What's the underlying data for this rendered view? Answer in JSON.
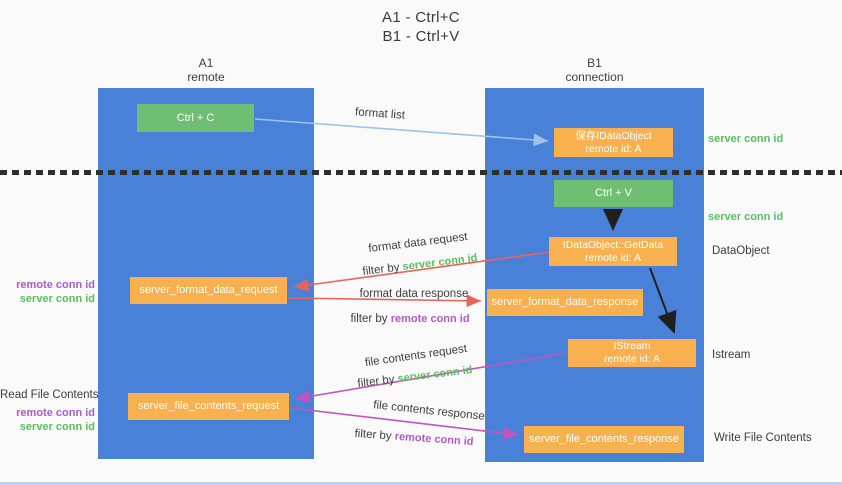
{
  "title": {
    "line1": "A1 - Ctrl+C",
    "line2": "B1 - Ctrl+V"
  },
  "columns": {
    "left": {
      "name": "A1",
      "subtitle": "remote"
    },
    "right": {
      "name": "B1",
      "subtitle": "connection"
    }
  },
  "boxes": {
    "ctrl_c": "Ctrl + C",
    "ctrl_v": "Ctrl + V",
    "save_idataobject": {
      "line1": "保存IDataObject",
      "line2": "remote id: A"
    },
    "getdata": {
      "line1": "IDataObject::GetData",
      "line2": "remote id: A"
    },
    "istream": {
      "line1": "IStream",
      "line2": "remote id: A"
    },
    "format_request": "server_format_data_request",
    "format_response": "server_format_data_response",
    "file_request": "server_file_contents_request",
    "file_response": "server_file_contents_response"
  },
  "flow_labels": {
    "format_list": "format list",
    "format_data_request": "format data request",
    "filter_server_1": {
      "prefix": "filter by",
      "id": "server conn id"
    },
    "format_data_response": "format data response",
    "filter_remote_1": {
      "prefix": "filter by",
      "id": "remote conn id"
    },
    "file_contents_request": "file contents request",
    "filter_server_2": {
      "prefix": "filter by",
      "id": "server conn id"
    },
    "file_contents_response": "file contents response",
    "filter_remote_2": {
      "prefix": "filter by",
      "id": "remote conn id"
    }
  },
  "side_labels": {
    "server_conn_top": "server conn id",
    "server_conn_mid": "server conn id",
    "dataobject": "DataObject",
    "istream": "Istream",
    "write_file": "Write File Contents",
    "read_file": "Read File Contents",
    "left_remote_conn_1": "remote conn id",
    "left_server_conn_1": "server conn id",
    "left_remote_conn_2": "remote conn id",
    "left_server_conn_2": "server conn id"
  },
  "colors": {
    "lane_blue": "#4a81d8",
    "box_green": "#6fbe73",
    "box_orange": "#f9b04e",
    "arrow_light_blue": "#9dc3e6",
    "arrow_red": "#e8645a",
    "arrow_magenta": "#c155be",
    "arrow_black": "#1f1f1f",
    "label_green": "#5cbd61",
    "label_purple": "#b05ac6"
  }
}
